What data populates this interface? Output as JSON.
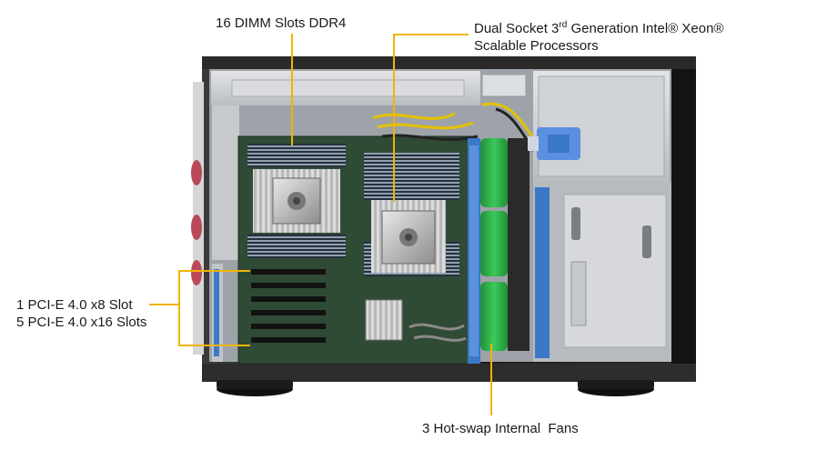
{
  "callouts": {
    "dimm": "16 DIMM Slots DDR4",
    "cpu_line1_prefix": "Dual Socket 3",
    "cpu_line1_sup": "rd",
    "cpu_line1_suffix": " Generation Intel® Xeon®",
    "cpu_line2": "Scalable Processors",
    "pcie_line1": "1 PCI-E 4.0 x8 Slot",
    "pcie_line2": "5 PCI-E 4.0 x16 Slots",
    "fans": "3 Hot-swap Internal  Fans"
  },
  "colors": {
    "callout_line": "#f0b400",
    "chassis": "#1c1c1c",
    "tray": "#c9ccd1",
    "board": "#2f4a35",
    "fan": "#2fb548",
    "drive_bay": "#3b78c8",
    "background": "#ffffff"
  }
}
